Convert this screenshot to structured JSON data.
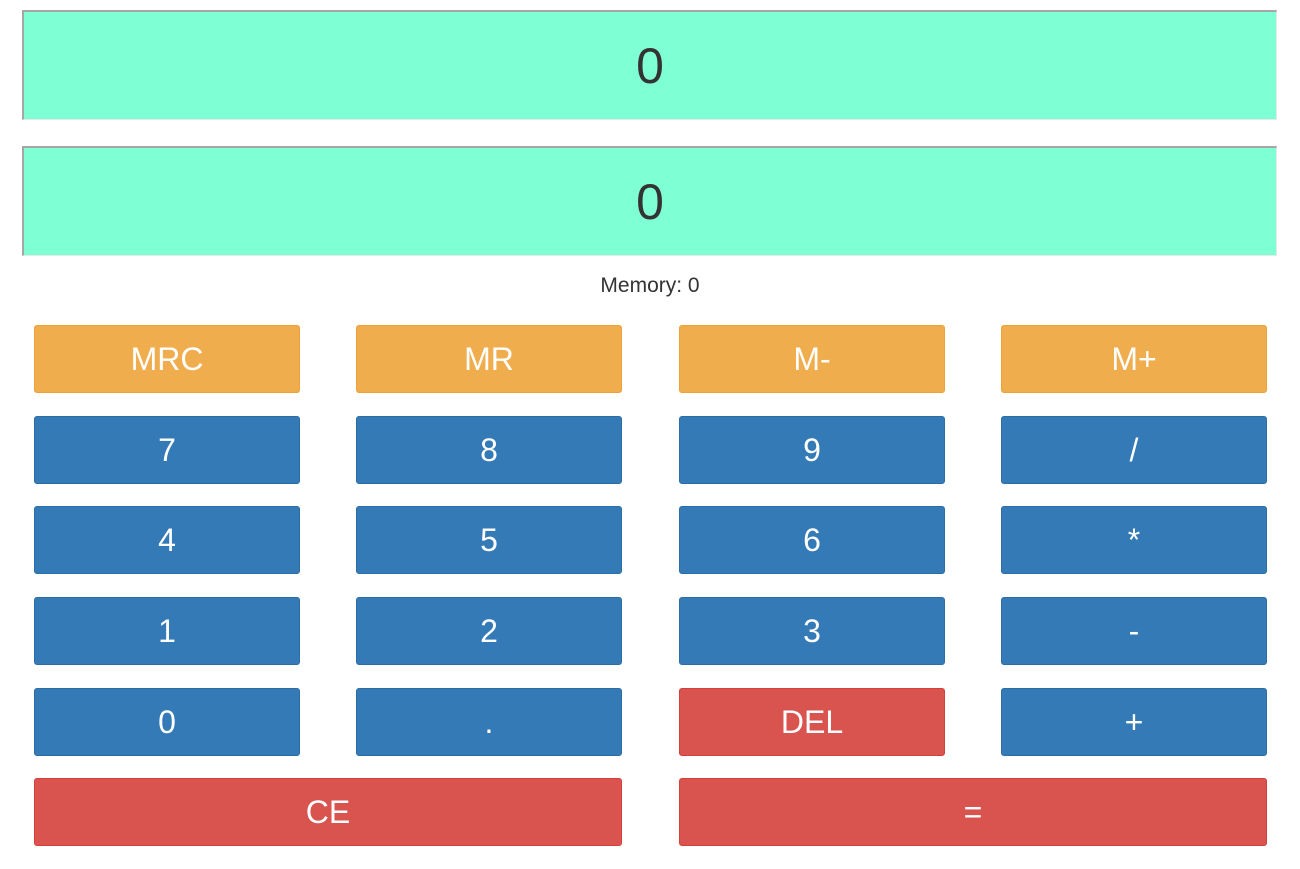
{
  "display": {
    "top_value": "0",
    "bottom_value": "0"
  },
  "memory": {
    "label": "Memory: 0"
  },
  "buttons": {
    "mrc": "MRC",
    "mr": "MR",
    "m_minus": "M-",
    "m_plus": "M+",
    "seven": "7",
    "eight": "8",
    "nine": "9",
    "divide": "/",
    "four": "4",
    "five": "5",
    "six": "6",
    "multiply": "*",
    "one": "1",
    "two": "2",
    "three": "3",
    "subtract": "-",
    "zero": "0",
    "decimal": ".",
    "delete": "DEL",
    "add": "+",
    "clear": "CE",
    "equals": "="
  },
  "colors": {
    "display_bg": "#7fffd4",
    "memory_button": "#f0ad4e",
    "number_button": "#337ab7",
    "danger_button": "#d9534f"
  }
}
